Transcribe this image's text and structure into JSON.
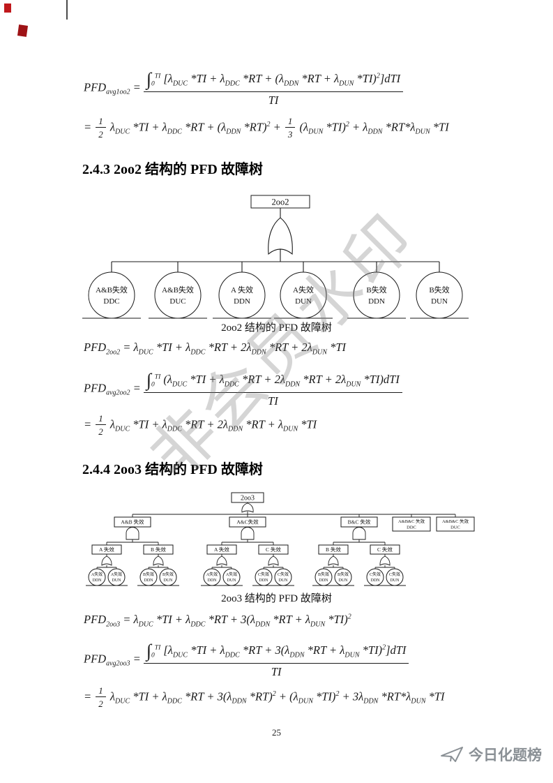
{
  "watermark_text": "非会员水印",
  "footer": {
    "page_number": "25",
    "brand_label": "今日化题榜"
  },
  "headings": {
    "s243": "2.4.3 2oo2 结构的 PFD 故障树",
    "s244": "2.4.4 2oo3 结构的 PFD 故障树"
  },
  "formulas": {
    "pfd_avg_1oo2": {
      "line1": "PFD<sub>avg1oo2</sub> = <span class='frac'><span class='num'><span class='int'>∫</span><sub class='lim'>0</sub><sup class='lim'>TI</sup> [λ<sub>DUC</sub> *TI + λ<sub>DDC</sub> *RT + (λ<sub>DDN</sub> *RT + λ<sub>DUN</sub> *TI)<sup>2</sup>]dTI</span><span class='den'>TI</span></span>",
      "line2": "= <span class='frac sm'><span class='num'>1</span><span class='den'>2</span></span> λ<sub>DUC</sub> *TI + λ<sub>DDC</sub> *RT + (λ<sub>DDN</sub> *RT)<sup>2</sup> + <span class='frac sm'><span class='num'>1</span><span class='den'>3</span></span> (λ<sub>DUN</sub> *TI)<sup>2</sup> + λ<sub>DDN</sub> *RT*λ<sub>DUN</sub> *TI"
    },
    "pfd_2oo2": "PFD<sub>2oo2</sub> = λ<sub>DUC</sub> *TI + λ<sub>DDC</sub> *RT + 2λ<sub>DDN</sub> *RT + 2λ<sub>DUN</sub> *TI",
    "pfd_avg_2oo2": {
      "line1": "PFD<sub>avg2oo2</sub> = <span class='frac'><span class='num'><span class='int'>∫</span><sub class='lim'>0</sub><sup class='lim'>TI</sup> (λ<sub>DUC</sub> *TI + λ<sub>DDC</sub> *RT + 2λ<sub>DDN</sub> *RT + 2λ<sub>DUN</sub> *TI)dTI</span><span class='den'>TI</span></span>",
      "line2": "= <span class='frac sm'><span class='num'>1</span><span class='den'>2</span></span> λ<sub>DUC</sub> *TI + λ<sub>DDC</sub> *RT + 2λ<sub>DDN</sub> *RT + λ<sub>DUN</sub> *TI"
    },
    "pfd_2oo3": "PFD<sub>2oo3</sub> = λ<sub>DUC</sub> *TI + λ<sub>DDC</sub> *RT + 3(λ<sub>DDN</sub> *RT + λ<sub>DUN</sub> *TI)<sup>2</sup>",
    "pfd_avg_2oo3": {
      "line1": "PFD<sub>avg2oo3</sub> = <span class='frac'><span class='num'><span class='int'>∫</span><sub class='lim'>0</sub><sup class='lim'>TI</sup> [λ<sub>DUC</sub> *TI + λ<sub>DDC</sub> *RT + 3(λ<sub>DDN</sub> *RT + λ<sub>DUN</sub> *TI)<sup>2</sup>]dTI</span><span class='den'>TI</span></span>",
      "line2": "= <span class='frac sm'><span class='num'>1</span><span class='den'>2</span></span> λ<sub>DUC</sub> *TI + λ<sub>DDC</sub> *RT + 3(λ<sub>DDN</sub> *RT)<sup>2</sup> + (λ<sub>DUN</sub> *TI)<sup>2</sup> + 3λ<sub>DDN</sub> *RT*λ<sub>DUN</sub> *TI"
    }
  },
  "tree_2oo2": {
    "root": "2oo2",
    "caption": "2oo2 结构的 PFD 故障树",
    "events": [
      {
        "l1": "A&B失效",
        "l2": "DDC"
      },
      {
        "l1": "A&B失效",
        "l2": "DUC"
      },
      {
        "l1": "A 失效",
        "l2": "DDN"
      },
      {
        "l1": "A失效",
        "l2": "DUN"
      },
      {
        "l1": "B失效",
        "l2": "DDN"
      },
      {
        "l1": "B失效",
        "l2": "DUN"
      }
    ]
  },
  "tree_2oo3": {
    "root": "2oo3",
    "caption": "2oo3 结构的 PFD 故障树",
    "branches": [
      "A&B 失效",
      "A&C失效",
      "B&C 失效"
    ],
    "subs": [
      "A 失效",
      "B 失效",
      "A 失效",
      "C 失效",
      "B 失效",
      "C 失效"
    ],
    "leaves": [
      {
        "l1": "A失效",
        "l2": "DDN"
      },
      {
        "l1": "A失效",
        "l2": "DUN"
      },
      {
        "l1": "B失效",
        "l2": "DDN"
      },
      {
        "l1": "B失效",
        "l2": "DUN"
      },
      {
        "l1": "A失效",
        "l2": "DDN"
      },
      {
        "l1": "A失效",
        "l2": "DUN"
      },
      {
        "l1": "C失效",
        "l2": "DDN"
      },
      {
        "l1": "C失效",
        "l2": "DUN"
      },
      {
        "l1": "B失效",
        "l2": "DDN"
      },
      {
        "l1": "B失效",
        "l2": "DUN"
      },
      {
        "l1": "C失效",
        "l2": "DDN"
      },
      {
        "l1": "C失效",
        "l2": "DUN"
      }
    ],
    "extras": [
      {
        "l1": "A&B&C 失效",
        "l2": "DDC"
      },
      {
        "l1": "A&B&C 失效",
        "l2": "DUC"
      }
    ]
  }
}
